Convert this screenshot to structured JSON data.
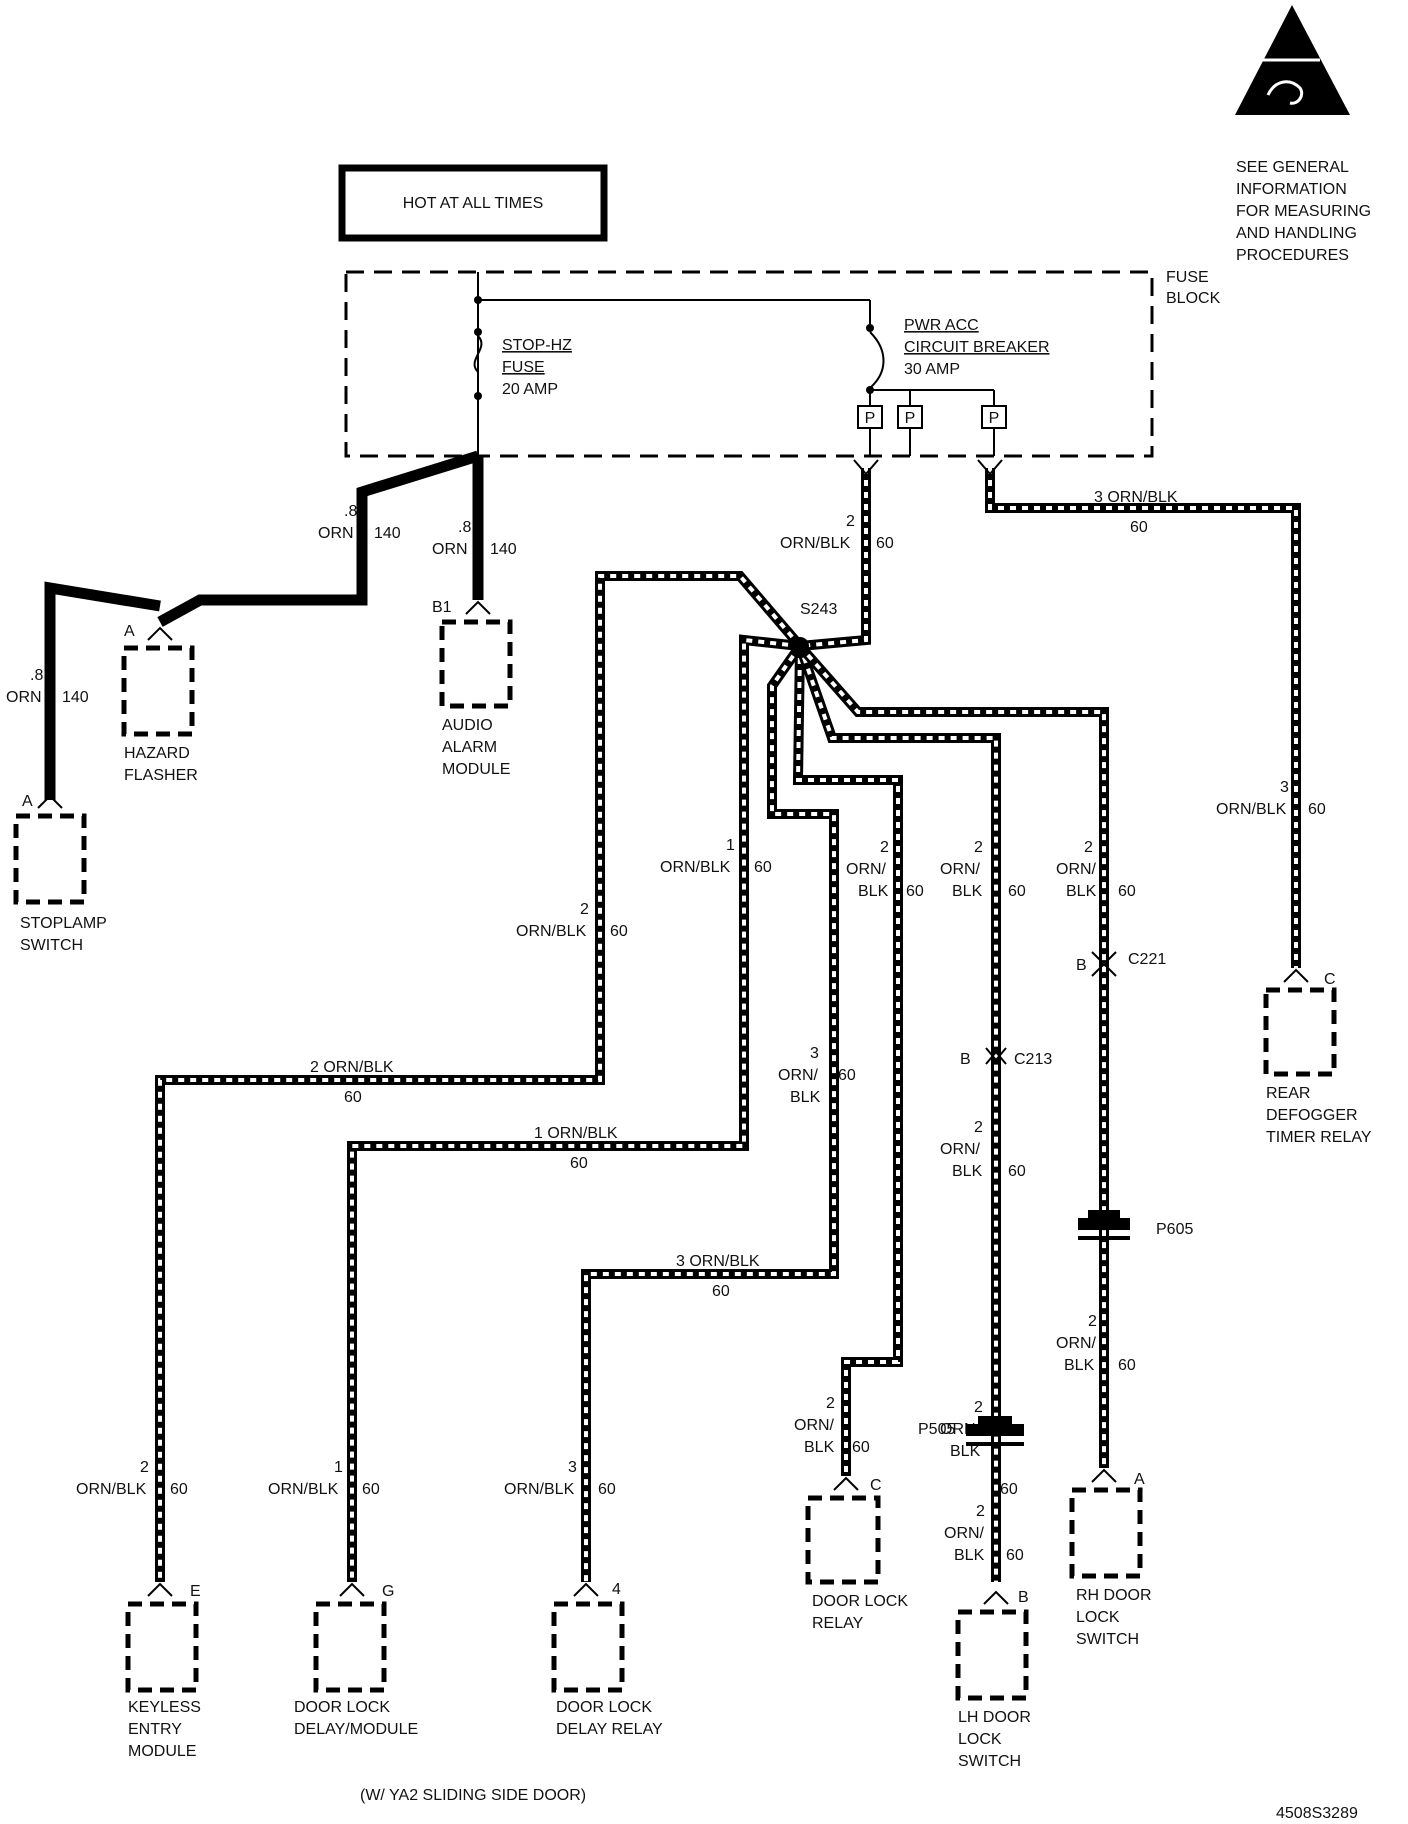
{
  "hot_box": "HOT AT ALL TIMES",
  "esd_note": [
    "SEE GENERAL",
    "INFORMATION",
    "FOR MEASURING",
    "AND HANDLING",
    "PROCEDURES"
  ],
  "fuse_block": {
    "label": [
      "FUSE",
      "BLOCK"
    ],
    "fuse": [
      "STOP-HZ",
      "FUSE",
      "20 AMP"
    ],
    "breaker": [
      "PWR ACC",
      "CIRCUIT BREAKER",
      "30 AMP"
    ],
    "p": "P"
  },
  "splice": "S243",
  "connectors": {
    "c221": "C221",
    "c213": "C213",
    "p605": "P605",
    "p505": "P505",
    "b": "B"
  },
  "components": {
    "hazard": {
      "pin": "A",
      "name": [
        "HAZARD",
        "FLASHER"
      ]
    },
    "stoplamp": {
      "pin": "A",
      "name": [
        "STOPLAMP",
        "SWITCH"
      ]
    },
    "audio": {
      "pin": "B1",
      "name": [
        "AUDIO",
        "ALARM",
        "MODULE"
      ]
    },
    "rear": {
      "pin": "C",
      "name": [
        "REAR",
        "DEFOGGER",
        "TIMER RELAY"
      ]
    },
    "keyless": {
      "pin": "E",
      "name": [
        "KEYLESS",
        "ENTRY",
        "MODULE"
      ]
    },
    "dld_module": {
      "pin": "G",
      "name": [
        "DOOR LOCK",
        "DELAY/MODULE"
      ]
    },
    "dld_relay": {
      "pin": "4",
      "name": [
        "DOOR LOCK",
        "DELAY RELAY"
      ]
    },
    "dl_relay": {
      "pin": "C",
      "name": [
        "DOOR LOCK",
        "RELAY"
      ]
    },
    "lh_switch": {
      "pin": "B",
      "name": [
        "LH DOOR",
        "LOCK",
        "SWITCH"
      ]
    },
    "rh_switch": {
      "pin": "A",
      "name": [
        "RH DOOR",
        "LOCK",
        "SWITCH"
      ]
    }
  },
  "wire_labels": {
    "size_8": ".8",
    "orn": "ORN",
    "c140": "140",
    "n1": "1",
    "n2": "2",
    "n3": "3",
    "orn_blk": "ORN/BLK",
    "orn_": "ORN/",
    "blk": "BLK",
    "c60": "60",
    "h2": "2 ORN/BLK",
    "h1": "1 ORN/BLK",
    "h3": "3 ORN/BLK"
  },
  "footer_note": "(W/ YA2 SLIDING SIDE DOOR)",
  "diagram_id": "4508S3289"
}
